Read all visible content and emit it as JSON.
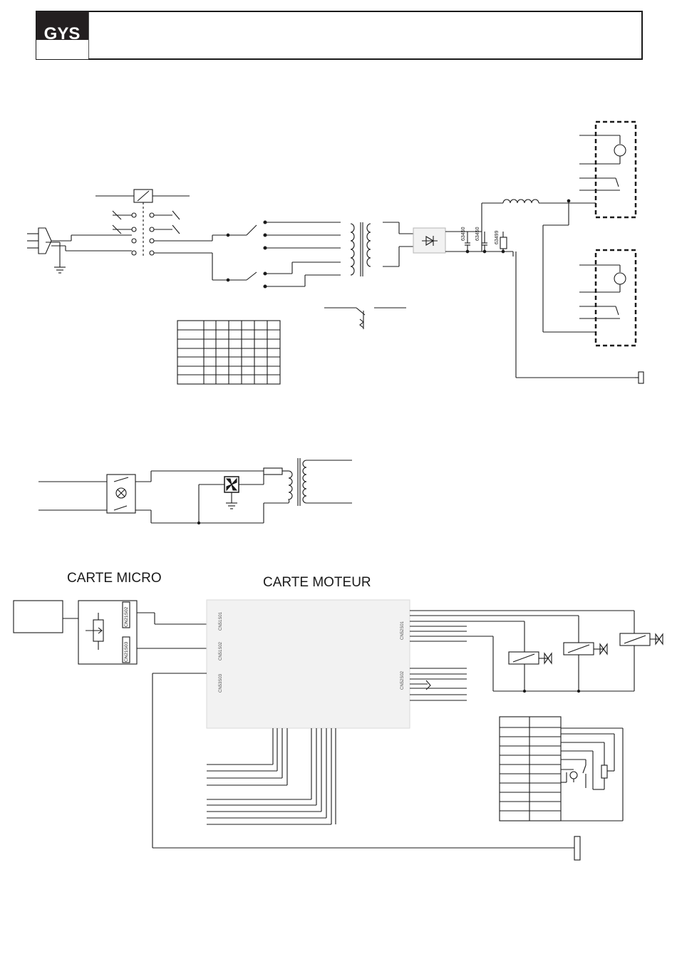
{
  "header": {
    "logo_text": "GYS"
  },
  "power_circuit": {
    "capacitor_1_label": "63450",
    "capacitor_2_label": "63450",
    "resistor_label": "63499"
  },
  "boards": {
    "micro_title": "CARTE  MICRO",
    "moteur_title": "CARTE  MOTEUR",
    "connectors": {
      "micro_cn2": "CN21S02",
      "micro_cn3": "CN21S03",
      "moteur_cn1501": "CN51S01",
      "moteur_cn1502": "CN51S02",
      "moteur_cn1503": "CN53S03",
      "moteur_cn2501": "CN52S01",
      "moteur_cn2502": "CN52S02"
    }
  },
  "colors": {
    "line": "#1a1a1a",
    "board_fill": "#f2f2f2",
    "logo_bg": "#231f20"
  }
}
